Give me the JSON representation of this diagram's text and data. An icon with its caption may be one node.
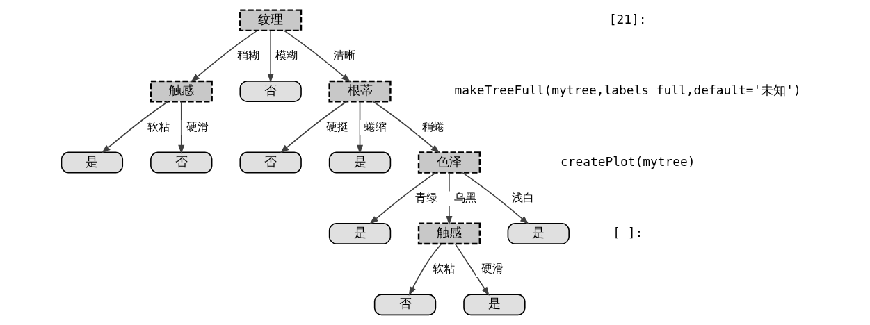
{
  "diagram": {
    "nodes": [
      {
        "text": [
          "纹理"
        ]
      },
      {
        "text": [
          "触感"
        ]
      },
      {
        "text": [
          "否"
        ]
      },
      {
        "text": [
          "根蒂"
        ]
      },
      {
        "text": [
          "是"
        ]
      },
      {
        "text": [
          "否"
        ]
      },
      {
        "text": [
          "否"
        ]
      },
      {
        "text": [
          "是"
        ]
      },
      {
        "text": [
          "色泽"
        ]
      },
      {
        "text": [
          "是"
        ]
      },
      {
        "text": [
          "触感"
        ]
      },
      {
        "text": [
          "是"
        ]
      },
      {
        "text": [
          "否"
        ]
      },
      {
        "text": [
          "是"
        ]
      }
    ],
    "edges": [
      {
        "from": 0,
        "to": 1,
        "arrow": "to",
        "label": "稍糊"
      },
      {
        "from": 0,
        "to": 2,
        "arrow": "to",
        "label": "模糊"
      },
      {
        "from": 0,
        "to": 3,
        "arrow": "to",
        "label": "清晰"
      },
      {
        "from": 1,
        "to": 4,
        "arrow": "to",
        "label": "软粘"
      },
      {
        "from": 1,
        "to": 5,
        "arrow": "to",
        "label": "硬滑"
      },
      {
        "from": 3,
        "to": 6,
        "arrow": "to",
        "label": "硬挺"
      },
      {
        "from": 3,
        "to": 7,
        "arrow": "to",
        "label": "蜷缩"
      },
      {
        "from": 3,
        "to": 8,
        "arrow": "to",
        "label": "稍蜷"
      },
      {
        "from": 8,
        "to": 9,
        "arrow": "to",
        "label": "青绿"
      },
      {
        "from": 8,
        "to": 10,
        "arrow": "to",
        "label": "乌黑"
      },
      {
        "from": 8,
        "to": 11,
        "arrow": "to",
        "label": "浅白"
      },
      {
        "from": 10,
        "to": 12,
        "arrow": "to",
        "label": "软粘"
      },
      {
        "from": 10,
        "to": 13,
        "arrow": "to",
        "label": "硬滑"
      }
    ],
    "labels": [
      "[21]:",
      "makeTreeFull(mytree,labels_full,default='未知')",
      "createPlot(mytree)",
      "[ ]:"
    ]
  }
}
